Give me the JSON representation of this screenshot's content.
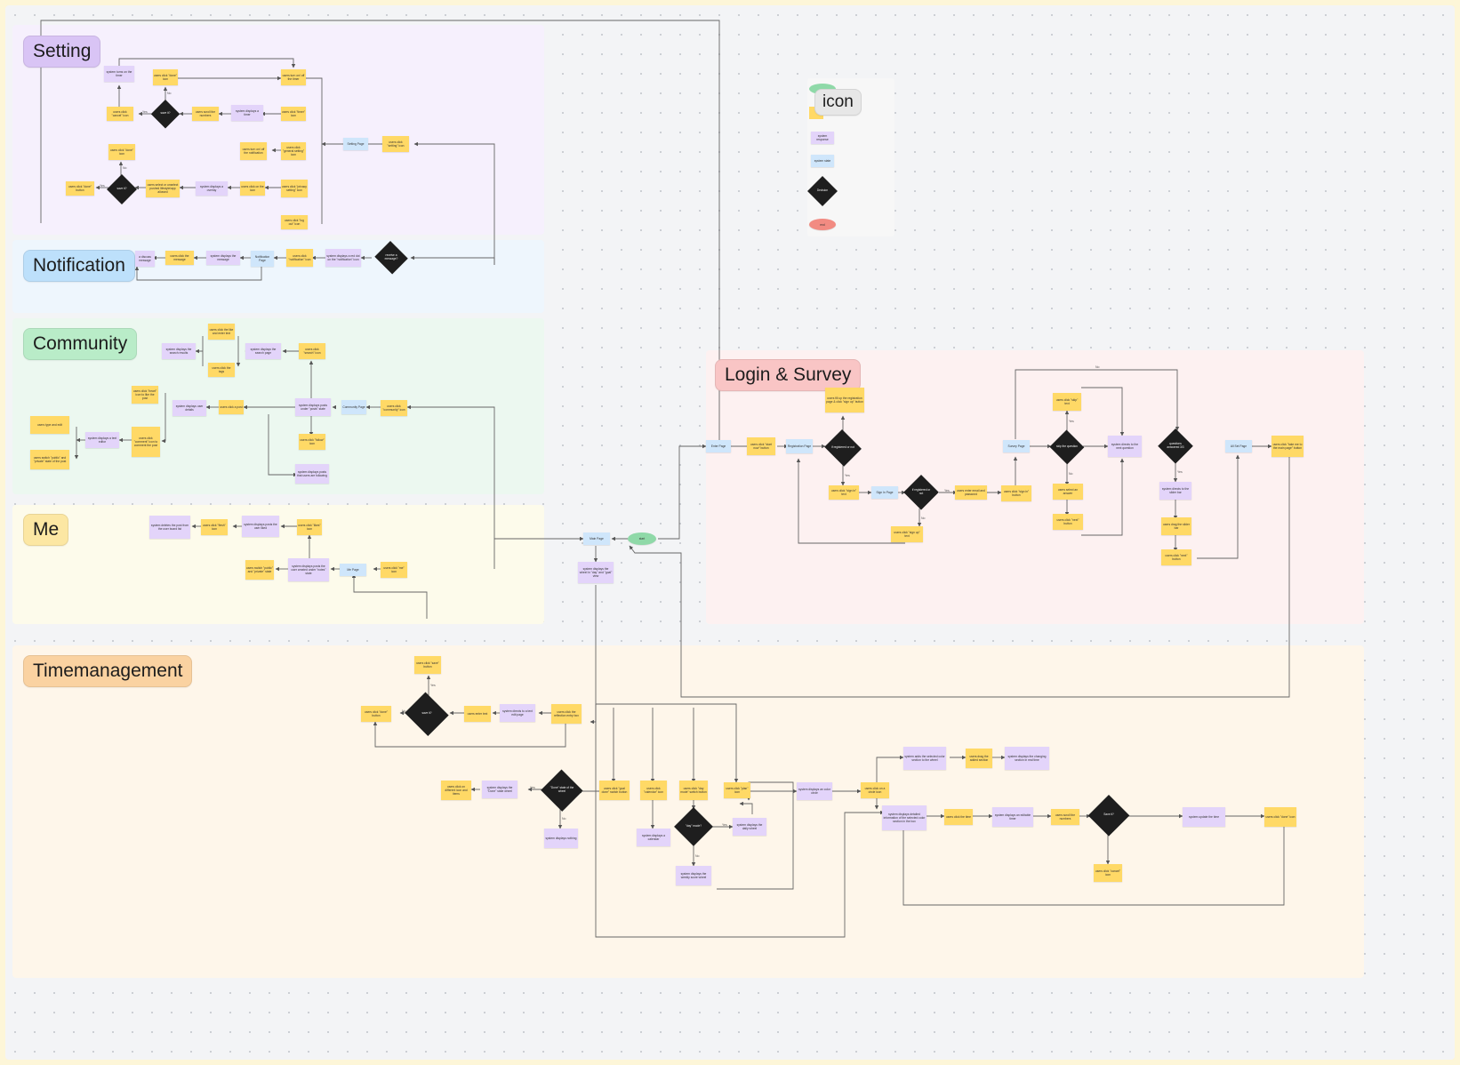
{
  "sections": {
    "setting": "Setting",
    "notification": "Notification",
    "community": "Community",
    "me": "Me",
    "login_survey": "Login & Survey",
    "timemanagement": "Timemanagement"
  },
  "legend": {
    "title": "icon",
    "items": [
      "system response",
      "system state",
      "Decision",
      "end"
    ]
  },
  "colors": {
    "user_action": "#ffd966",
    "system_response": "#e3d4fa",
    "system_state": "#cfe6fb",
    "decision": "#1e1e1e",
    "start": "#8fd9a8",
    "end": "#f28b82"
  },
  "edge_labels": {
    "yes": "Yes",
    "no": "No"
  },
  "nodes": {
    "setting": {
      "n1": "system turns on the timer",
      "n2": "users click \"done\" icon",
      "n3": "users turn on/ off the timer",
      "n4": "users click \"cancel\" icon",
      "n5": "save it?",
      "n6": "users scroll the numbers",
      "n7": "system displays a timer",
      "n8": "users click \"timer\" icon",
      "n9": "Setting Page",
      "n10": "users click \"setting\" icon",
      "n11": "users click \"done\" icon",
      "n12": "users turn on/ off the notification",
      "n13": "users click \"general setting\" icon",
      "n14": "users click \"done\" button",
      "n15": "save it?",
      "n16": "users select or unselect pushed lifestyle/app allowed",
      "n17": "system displays a overlay",
      "n18": "users click on the icon",
      "n19": "users click \"privacy setting\" icon",
      "n20": "users click \"log out\" icon"
    },
    "notification": {
      "n1": "a discuss message",
      "n2": "users click the message",
      "n3": "system displays the message",
      "n4": "Notification Page",
      "n5": "users click \"notification\" icon",
      "n6": "system displays a red dot on the \"notification\" icon",
      "n7": "receive a message?"
    },
    "community": {
      "n1": "users click the like and enter text",
      "n2": "system displays the search results",
      "n3": "users click the tags",
      "n4": "system displays the search page",
      "n5": "users click \"search\" icon",
      "n6": "users click \"heart\" icon to like the post",
      "n7": "system displays user details",
      "n8": "users click a post",
      "n9": "system displays posts under \"posts\" state",
      "n10": "Community Page",
      "n11": "users click \"community\" icon",
      "n12": "users type and edit",
      "n13": "system displays a text editor",
      "n14": "users click \"comment\" icon to comment the post",
      "n15": "users switch \"public\" and \"private\" state of the post",
      "n16": "users click \"follow\" icon",
      "n17": "system displays posts that users are following"
    },
    "me": {
      "n1": "system deletes the post from the user board list",
      "n2": "users click \"flesh\" icon",
      "n3": "system displays posts the user liked",
      "n4": "users click \"likes\" icon",
      "n5": "users switch \"public\" and \"private\" state",
      "n6": "system displays posts the user created under \"notes\" state",
      "n7": "Me Page",
      "n8": "users click \"me\" icon"
    },
    "main": {
      "start": "start",
      "main_page": "Main Page",
      "show": "system displays the wheel in \"day\" and \"goal\" view"
    },
    "login": {
      "n1": "Enter Page",
      "n2": "users click \"start now\" button",
      "n3": "Registration Page",
      "n4": "users fill up the registration page & click \"sign up\" button",
      "n5": "if registered or not",
      "n6": "users click \"sign in\" text",
      "n7": "Sign In Page",
      "n8": "if registered or not",
      "n9": "users enter email and password",
      "n10": "users click \"sign in\" button",
      "n11": "users click \"sign up\" text",
      "n12": "Survey Page",
      "n13": "users click \"skip\" text",
      "n14": "skip the question",
      "n15": "users select an answer",
      "n16": "users click \"next\" button",
      "n17": "system directs to the next question",
      "n18": "questions answered 3/3",
      "n19": "system directs to the slider bar",
      "n20": "users drag the slider bar",
      "n21": "users click \"next\" button",
      "n22": "All Set Page",
      "n23": "users click \"take me to the main page\" button"
    },
    "time": {
      "n1": "users click \"save\" button",
      "n2": "users click \"done\" button",
      "n3": "save it?",
      "n4": "users enter text",
      "n5": "system directs to a text edit page",
      "n6": "users click the reflection entry box",
      "n7": "users click on different icon and items",
      "n8": "system displays the \"Done\" state wheel",
      "n9": "\"Done\" state of the wheel",
      "n10": "users click \"goal done\" switch button",
      "n11": "users click \"calendar\" icon",
      "n12": "users click \"day mode\" switch button",
      "n13": "users click \"plan\" icon",
      "n14": "system displays nothing",
      "n15": "system displays a calendar",
      "n16": "\"day\" mode?",
      "n17": "system displays the daily wheel",
      "n18": "system displays the weekly score wheel",
      "n19": "system displays an color circle",
      "n20": "users click on a circle icon",
      "n21": "system adds the selected color section to the wheel",
      "n22": "users drag the added section",
      "n23": "system displays the changing section in real time",
      "n24": "system displays detailed information of the selected color section in the box",
      "n25": "users click the time",
      "n26": "system displays an editable timer",
      "n27": "users scroll the numbers",
      "n28": "Save it?",
      "n29": "system update the time",
      "n30": "users click \"cancel\" icon",
      "n31": "users click \"done\" icon"
    }
  }
}
